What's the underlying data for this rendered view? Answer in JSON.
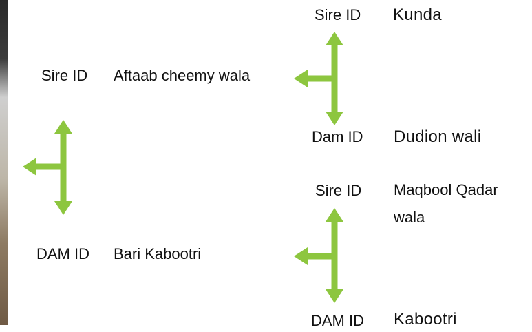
{
  "pedigree": {
    "parents": {
      "sire": {
        "label": "Sire ID",
        "name": "Aftaab cheemy wala"
      },
      "dam": {
        "label": "DAM ID",
        "name": "Bari Kabootri"
      }
    },
    "sire_parents": {
      "sire": {
        "label": "Sire ID",
        "name": "Kunda"
      },
      "dam": {
        "label": "Dam ID",
        "name": "Dudion wali"
      }
    },
    "dam_parents": {
      "sire": {
        "label": "Sire ID",
        "name": "Maqbool Qadar wala"
      },
      "dam": {
        "label": "DAM ID",
        "name": "Kabootri"
      }
    },
    "arrow_color": "#8dc63f"
  }
}
